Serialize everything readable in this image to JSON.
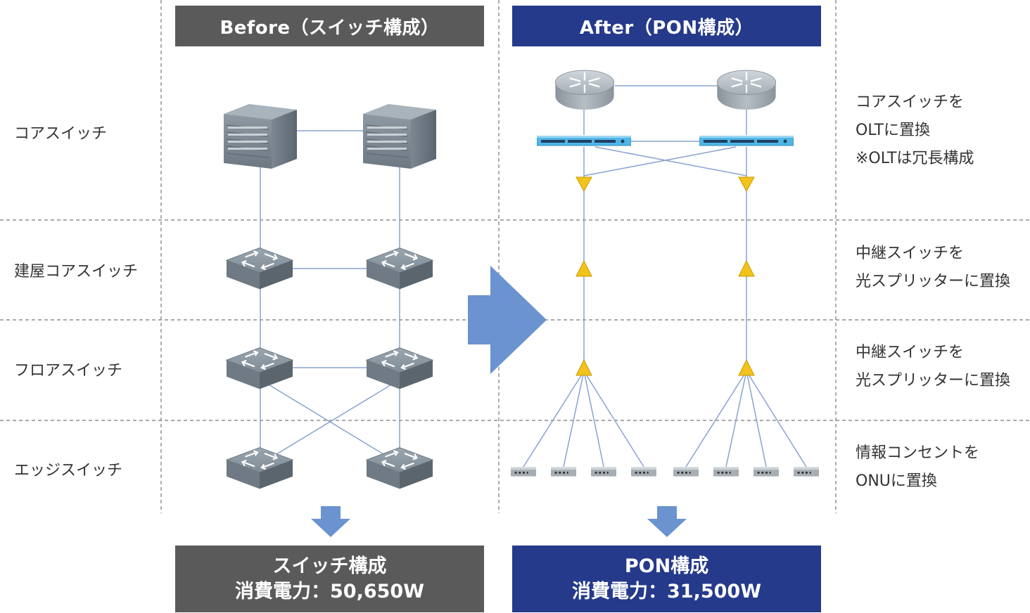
{
  "before": {
    "header": "Before（スイッチ構成）",
    "footer_title": "スイッチ構成",
    "footer_power": "消費電力：50,650W"
  },
  "after": {
    "header": "After（PON構成）",
    "footer_title": "PON構成",
    "footer_power": "消費電力：31,500W"
  },
  "rows": [
    {
      "label": "コアスイッチ",
      "note": [
        "コアスイッチを",
        "OLTに置換",
        "※OLTは冗長構成"
      ]
    },
    {
      "label": "建屋コアスイッチ",
      "note": [
        "中継スイッチを",
        "光スプリッターに置換"
      ]
    },
    {
      "label": "フロアスイッチ",
      "note": [
        "中継スイッチを",
        "光スプリッターに置換"
      ]
    },
    {
      "label": "エッジスイッチ",
      "note": [
        "情報コンセントを",
        "ONUに置換"
      ]
    }
  ],
  "colors": {
    "before_box": "#5a5a5a",
    "after_box": "#253a8a",
    "link": "#8aa3cf",
    "arrow": "#6a93cf",
    "splitter": "#f2c31b",
    "olt": "#4fb6e6"
  },
  "icons": {
    "core_switch": "chassis-switch-icon",
    "switch": "workgroup-switch-icon",
    "router": "router-icon",
    "olt": "olt-rack-icon",
    "splitter": "optical-splitter-icon",
    "onu": "onu-icon"
  }
}
